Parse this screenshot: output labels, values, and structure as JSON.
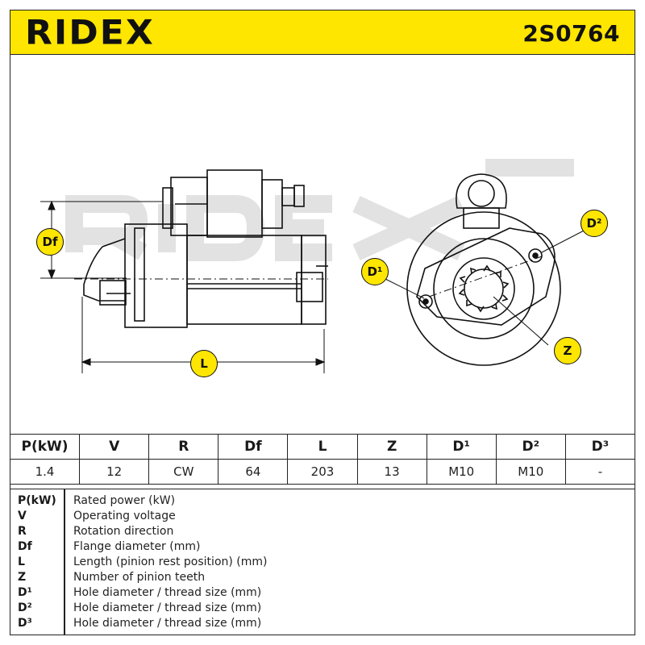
{
  "header": {
    "brand": "RIDEX",
    "part_number": "2S0764",
    "background_color": "#ffe600"
  },
  "drawing": {
    "labels": {
      "df": "Df",
      "l": "L",
      "d1": "D¹",
      "d2": "D²",
      "z": "Z"
    },
    "watermark": "RIDEX"
  },
  "spec_table": {
    "headers": [
      "P(kW)",
      "V",
      "R",
      "Df",
      "L",
      "Z",
      "D¹",
      "D²",
      "D³"
    ],
    "values": [
      "1.4",
      "12",
      "CW",
      "64",
      "203",
      "13",
      "M10",
      "M10",
      "-"
    ]
  },
  "legend": [
    {
      "key": "P(kW)",
      "desc": "Rated power (kW)"
    },
    {
      "key": "V",
      "desc": "Operating voltage"
    },
    {
      "key": "R",
      "desc": "Rotation direction"
    },
    {
      "key": "Df",
      "desc": "Flange diameter (mm)"
    },
    {
      "key": "L",
      "desc": "Length (pinion rest position) (mm)"
    },
    {
      "key": "Z",
      "desc": "Number of pinion teeth"
    },
    {
      "key": "D¹",
      "desc": "Hole diameter / thread size (mm)"
    },
    {
      "key": "D²",
      "desc": "Hole diameter / thread size (mm)"
    },
    {
      "key": "D³",
      "desc": "Hole diameter / thread size (mm)"
    }
  ]
}
